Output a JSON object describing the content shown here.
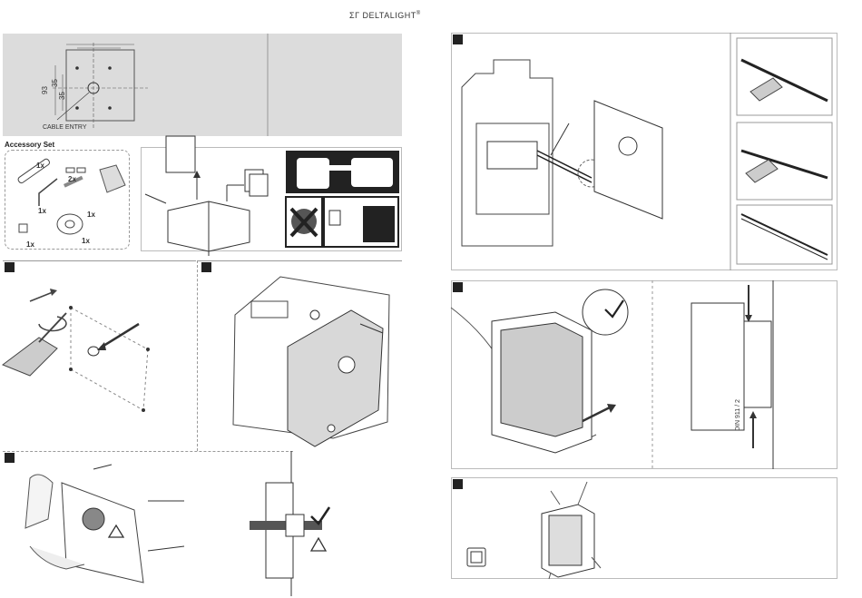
{
  "brand": {
    "name": "DELTALIGHT",
    "symbol": "ΣΓ",
    "trademark": "®"
  },
  "drawing": {
    "dim_top": "93",
    "dim_a": "35",
    "dim_b": "35",
    "cable_entry_label": "CABLE ENTRY"
  },
  "accessory": {
    "title": "Accessory Set",
    "quantities": [
      "1x",
      "2x",
      "1x",
      "1x",
      "1x",
      "1x"
    ]
  },
  "mounting": {
    "vertical_label": "DIN 911 / 2"
  }
}
